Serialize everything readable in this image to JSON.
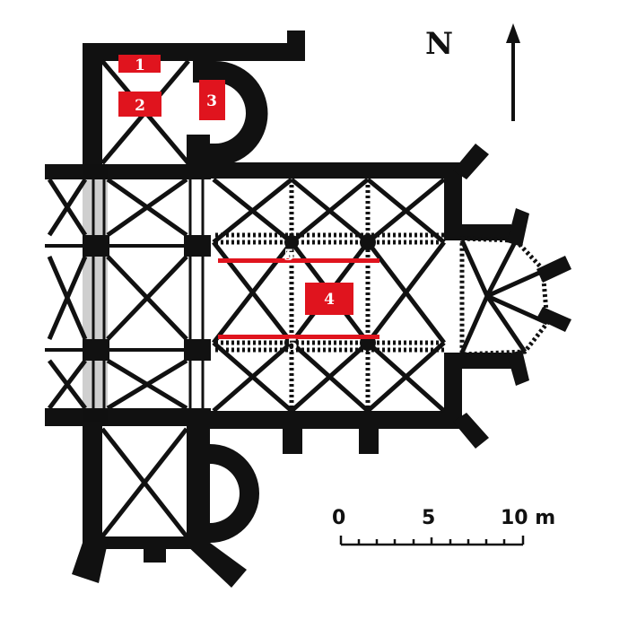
{
  "title": "Church floor plan",
  "north_label": "N",
  "markers": [
    {
      "id": "1",
      "label": "1"
    },
    {
      "id": "2",
      "label": "2"
    },
    {
      "id": "3",
      "label": "3"
    },
    {
      "id": "4",
      "label": "4"
    },
    {
      "id": "5a",
      "label": "5"
    },
    {
      "id": "5b",
      "label": "5"
    }
  ],
  "scale_bar": {
    "labels": [
      "0",
      "5",
      "10 m"
    ],
    "units": "m",
    "max": 10
  },
  "colors": {
    "marker": "#e0141e",
    "wall": "#111111"
  }
}
